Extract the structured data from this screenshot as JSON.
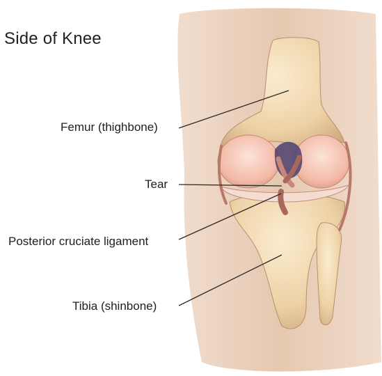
{
  "title": "Side of Knee",
  "labels": {
    "femur": "Femur (thighbone)",
    "tear": "Tear",
    "pcl": "Posterior cruciate ligament",
    "tibia": "Tibia (shinbone)"
  },
  "colors": {
    "skin": "#e6c8b0",
    "bone": "#efd6ad",
    "cartilage": "#f1b7a6",
    "ligament": "#b06d5d",
    "leader_line": "#2a2a2a"
  }
}
